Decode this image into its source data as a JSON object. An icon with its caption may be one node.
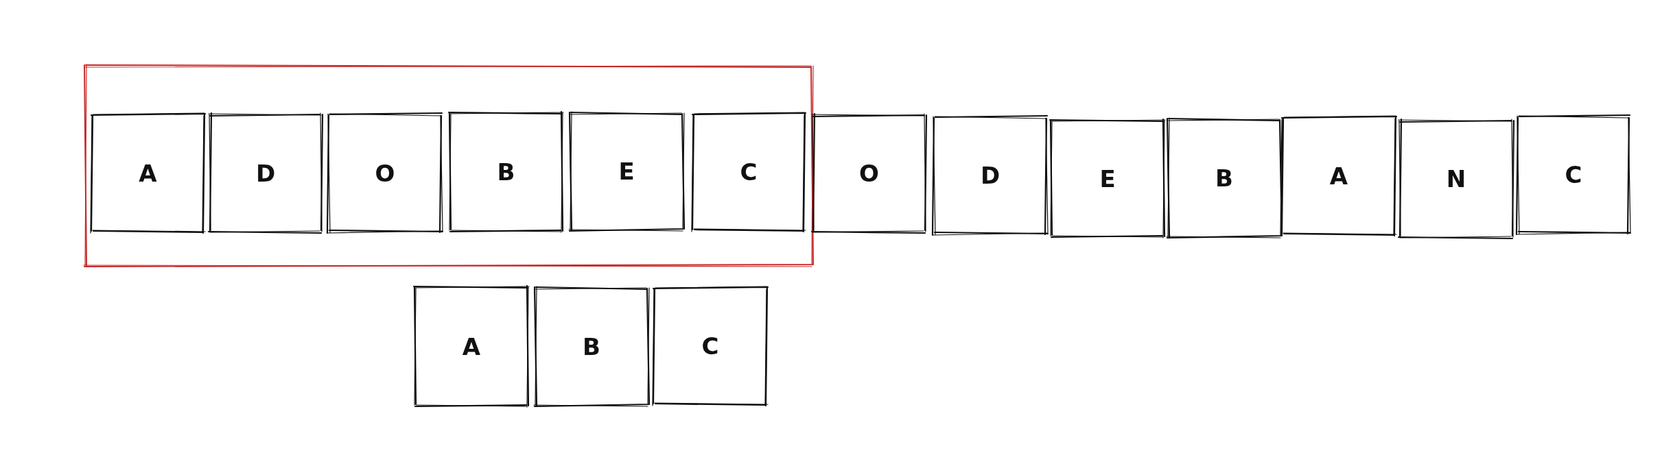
{
  "diagram": {
    "nodes": [
      {
        "text": [],
        "shape": "box"
      },
      {
        "text": [
          "A"
        ],
        "in": 0
      },
      {
        "text": [
          "D"
        ],
        "in": 0
      },
      {
        "text": [
          "O"
        ],
        "in": 0
      },
      {
        "text": [
          "B"
        ],
        "in": 0
      },
      {
        "text": [
          "E"
        ],
        "in": 0
      },
      {
        "text": [
          "C"
        ],
        "in": 0
      },
      {
        "text": [
          "O"
        ]
      },
      {
        "text": [
          "D"
        ]
      },
      {
        "text": [
          "E"
        ]
      },
      {
        "text": [
          "B"
        ]
      },
      {
        "text": [
          "A"
        ]
      },
      {
        "text": [
          "N"
        ]
      },
      {
        "text": [
          "C"
        ]
      },
      {
        "text": [
          "A"
        ]
      },
      {
        "text": [
          "B"
        ]
      },
      {
        "text": [
          "C"
        ]
      }
    ]
  }
}
